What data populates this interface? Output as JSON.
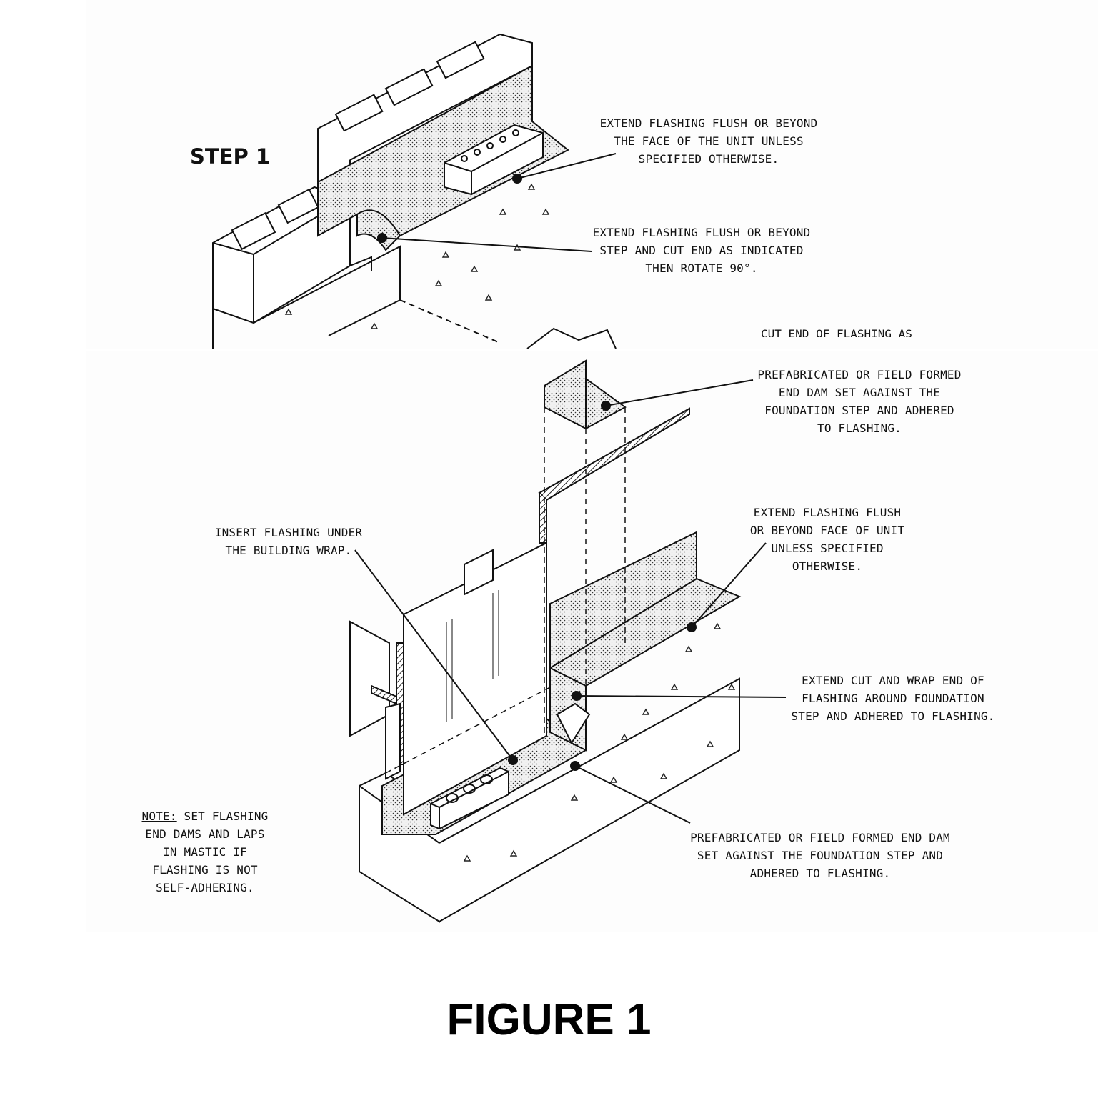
{
  "step_title": "STEP 1",
  "figure_title": "FIGURE 1",
  "labels": {
    "top_flush_face": "EXTEND FLASHING FLUSH OR BEYOND\nTHE FACE OF THE UNIT UNLESS\nSPECIFIED OTHERWISE.",
    "top_flush_step": "EXTEND FLASHING FLUSH OR BEYOND\nSTEP AND CUT END AS INDICATED\nTHEN ROTATE 90°.",
    "cut_end_partial": "CUT END OF FLASHING AS",
    "end_dam_top": "PREFABRICATED OR FIELD FORMED\nEND DAM SET AGAINST THE\nFOUNDATION STEP AND ADHERED\nTO FLASHING.",
    "extend_flush_unit": "EXTEND FLASHING FLUSH\nOR BEYOND FACE OF UNIT\nUNLESS SPECIFIED\nOTHERWISE.",
    "insert_under_wrap": "INSERT FLASHING UNDER\nTHE BUILDING WRAP.",
    "wrap_end": "EXTEND CUT AND WRAP END OF\nFLASHING AROUND FOUNDATION\nSTEP AND ADHERED TO FLASHING.",
    "end_dam_bottom": "PREFABRICATED OR FIELD FORMED END DAM\nSET AGAINST THE FOUNDATION STEP AND\nADHERED TO FLASHING.",
    "note_prefix": "NOTE:",
    "note_body": " SET FLASHING\nEND DAMS AND LAPS\nIN MASTIC IF\nFLASHING IS NOT\nSELF-ADHERING."
  }
}
